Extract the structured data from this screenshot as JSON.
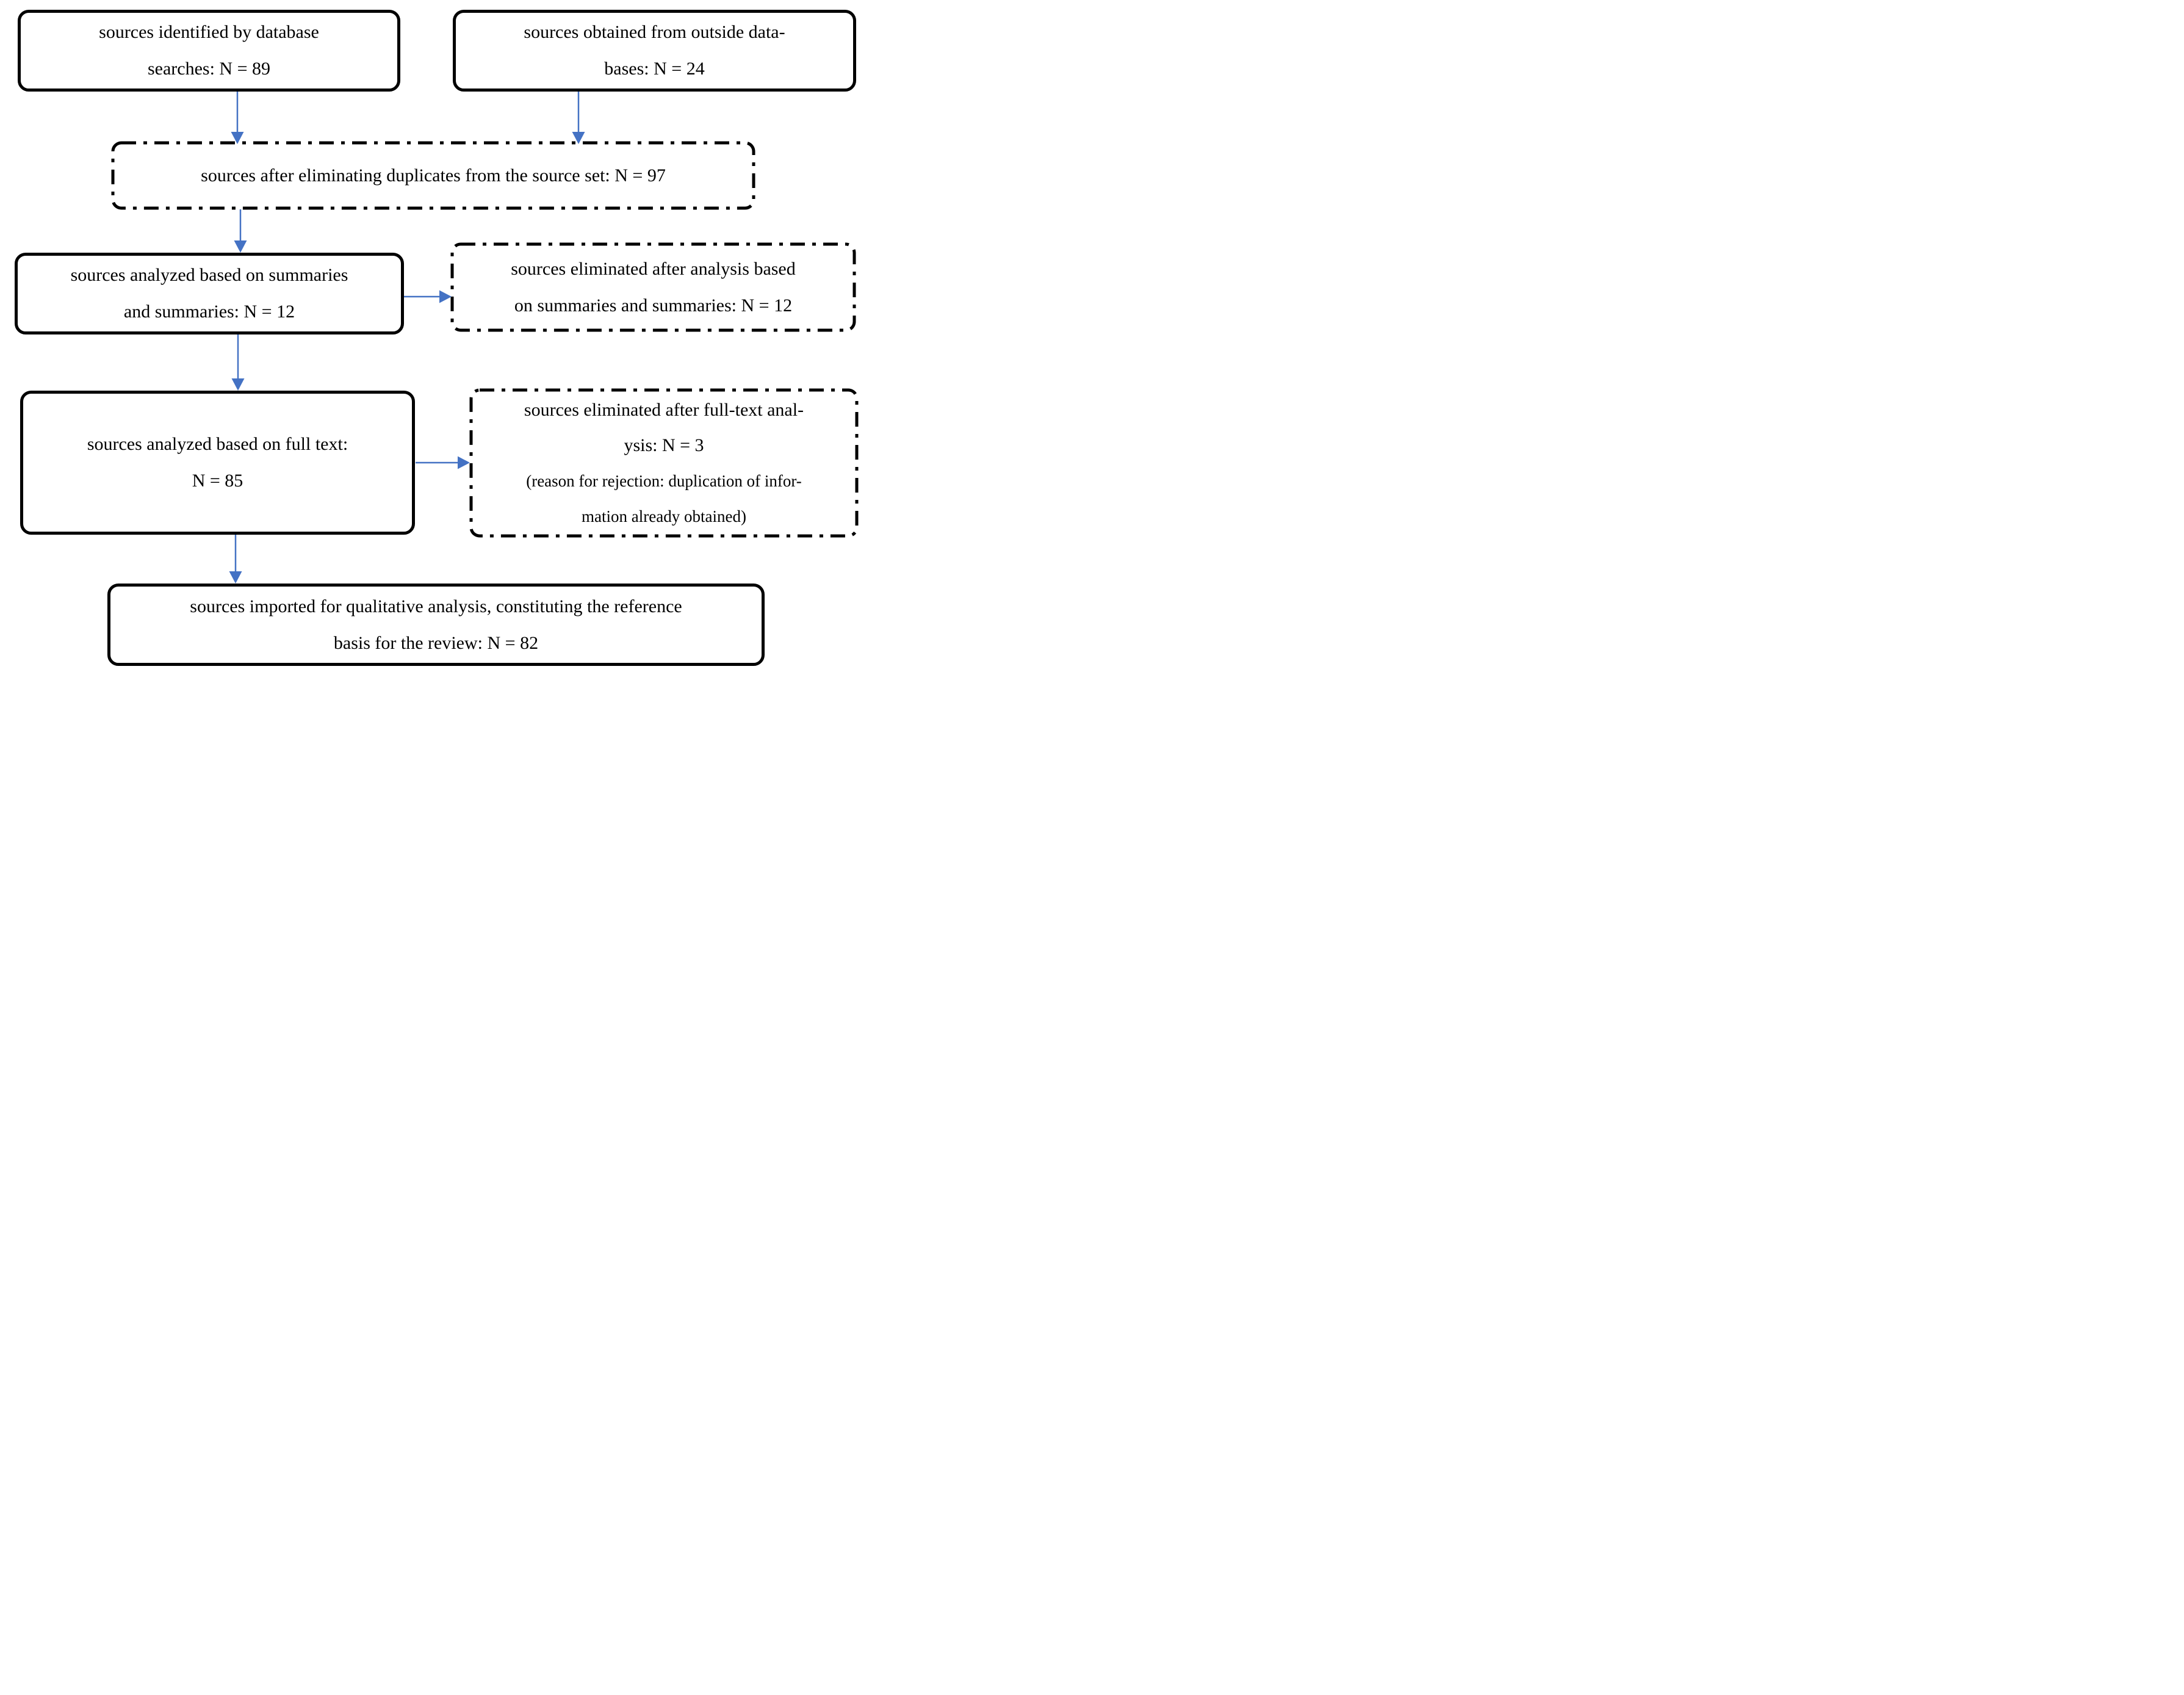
{
  "colors": {
    "arrow": "#4472C4",
    "border": "#000000",
    "background": "#FFFFFF",
    "text": "#000000"
  },
  "boxes": {
    "identified": {
      "border": "solid",
      "n": 89,
      "lines": [
        "sources identified by database",
        "searches: N = 89"
      ]
    },
    "outside": {
      "border": "solid",
      "n": 24,
      "lines": [
        "sources obtained from outside data-",
        "bases: N = 24"
      ]
    },
    "dedup": {
      "border": "dash-dot",
      "n": 97,
      "lines": [
        "sources after eliminating duplicates from the source set: N = 97"
      ]
    },
    "summaries": {
      "border": "solid",
      "n": 12,
      "lines": [
        "sources analyzed based on summaries",
        "and summaries: N = 12"
      ]
    },
    "eliminated_summaries": {
      "border": "dash-dot",
      "n": 12,
      "lines": [
        "sources eliminated after analysis based",
        "on summaries and summaries: N = 12"
      ]
    },
    "fulltext": {
      "border": "solid",
      "n": 85,
      "lines": [
        "sources analyzed based on full text:",
        "N = 85"
      ]
    },
    "eliminated_fulltext": {
      "border": "dash-dot",
      "n": 3,
      "lines": [
        "sources eliminated after full-text anal-",
        "ysis: N = 3",
        "(reason for rejection: duplication of infor-",
        "mation already obtained)"
      ]
    },
    "imported": {
      "border": "solid",
      "n": 82,
      "lines": [
        "sources imported for qualitative analysis, constituting the reference",
        "basis for the review: N = 82"
      ]
    }
  },
  "connectors": [
    {
      "from": "identified",
      "to": "dedup",
      "direction": "down"
    },
    {
      "from": "outside",
      "to": "dedup",
      "direction": "down"
    },
    {
      "from": "dedup",
      "to": "summaries",
      "direction": "down"
    },
    {
      "from": "summaries",
      "to": "eliminated_summaries",
      "direction": "right"
    },
    {
      "from": "summaries",
      "to": "fulltext",
      "direction": "down"
    },
    {
      "from": "fulltext",
      "to": "eliminated_fulltext",
      "direction": "right"
    },
    {
      "from": "fulltext",
      "to": "imported",
      "direction": "down"
    }
  ]
}
